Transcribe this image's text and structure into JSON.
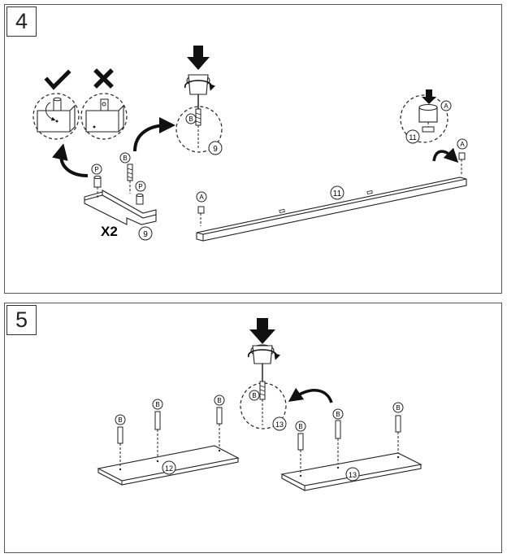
{
  "steps": [
    {
      "number": "4",
      "callouts": {
        "part_p": "P",
        "part_p2": "P",
        "part_b": "B",
        "part_b_detail": "B",
        "part_a": "A",
        "part_a_detail": "A",
        "part_a_connector": "A",
        "frame_part": "9",
        "screw_detail_part": "9",
        "bar_part": "11",
        "bar_detail_part": "11"
      },
      "quantity": "X2"
    },
    {
      "number": "5",
      "callouts": {
        "b1": "B",
        "b2": "B",
        "b3": "B",
        "b4": "B",
        "b5": "B",
        "b6": "B",
        "b_detail": "B",
        "board_left": "12",
        "board_right": "13",
        "detail_part": "13"
      }
    }
  ]
}
